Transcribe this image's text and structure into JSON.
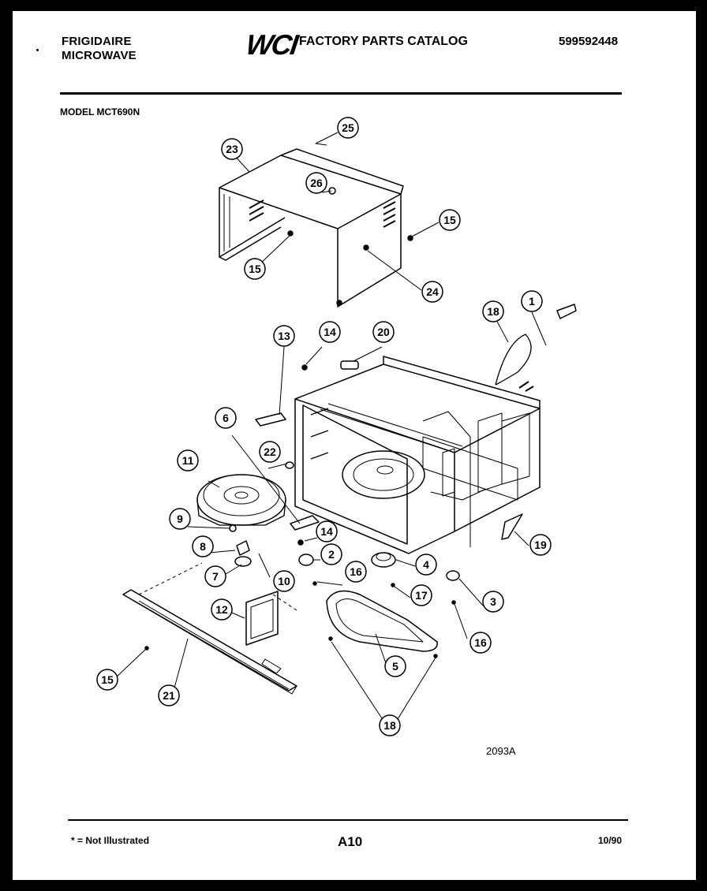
{
  "header": {
    "brand_line1": "FRIGIDAIRE",
    "brand_line2": "MICROWAVE",
    "logo": "WCI",
    "catalog_title": "FACTORY PARTS CATALOG",
    "catalog_number": "599592448"
  },
  "model_label": "MODEL MCT690N",
  "diagram_code": "2093A",
  "callouts": [
    {
      "id": "c25",
      "label": "25"
    },
    {
      "id": "c23",
      "label": "23"
    },
    {
      "id": "c26",
      "label": "26"
    },
    {
      "id": "c15a",
      "label": "15"
    },
    {
      "id": "c15b",
      "label": "15"
    },
    {
      "id": "c24",
      "label": "24"
    },
    {
      "id": "c1",
      "label": "1"
    },
    {
      "id": "c18a",
      "label": "18"
    },
    {
      "id": "c13",
      "label": "13"
    },
    {
      "id": "c14a",
      "label": "14"
    },
    {
      "id": "c20",
      "label": "20"
    },
    {
      "id": "c6",
      "label": "6"
    },
    {
      "id": "c22",
      "label": "22"
    },
    {
      "id": "c11",
      "label": "11"
    },
    {
      "id": "c9",
      "label": "9"
    },
    {
      "id": "c14b",
      "label": "14"
    },
    {
      "id": "c8",
      "label": "8"
    },
    {
      "id": "c2",
      "label": "2"
    },
    {
      "id": "c4",
      "label": "4"
    },
    {
      "id": "c19",
      "label": "19"
    },
    {
      "id": "c7",
      "label": "7"
    },
    {
      "id": "c10",
      "label": "10"
    },
    {
      "id": "c16a",
      "label": "16"
    },
    {
      "id": "c17",
      "label": "17"
    },
    {
      "id": "c3",
      "label": "3"
    },
    {
      "id": "c12",
      "label": "12"
    },
    {
      "id": "c16b",
      "label": "16"
    },
    {
      "id": "c5",
      "label": "5"
    },
    {
      "id": "c15c",
      "label": "15"
    },
    {
      "id": "c21",
      "label": "21"
    },
    {
      "id": "c18b",
      "label": "18"
    }
  ],
  "footer": {
    "footnote": "* = Not Illustrated",
    "page": "A10",
    "date": "10/90"
  }
}
